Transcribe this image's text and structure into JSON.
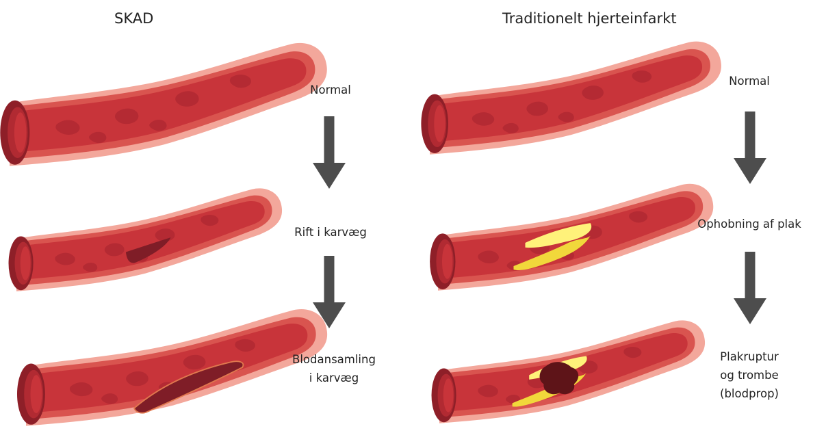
{
  "left_panel": {
    "title": "SKAD",
    "stages": [
      {
        "lines": [
          "Normal"
        ]
      },
      {
        "lines": [
          "Rift i karvæg"
        ]
      },
      {
        "lines": [
          "Blodansamling",
          "i karvæg"
        ]
      }
    ]
  },
  "right_panel": {
    "title": "Traditionelt hjerteinfarkt",
    "stages": [
      {
        "lines": [
          "Normal"
        ]
      },
      {
        "lines": [
          "Ophobning af plak"
        ]
      },
      {
        "lines": [
          "Plakruptur",
          "og trombe",
          "(blodprop)"
        ]
      }
    ]
  },
  "colors": {
    "vessel_outer": "#f3a79b",
    "vessel_wall": "#d9544f",
    "vessel_lumen": "#c8343a",
    "vessel_blotch": "#b42a33",
    "opening_dark": "#8e1f28",
    "tear": "#7f1d27",
    "plaque": "#f1d83b",
    "plaque_light": "#fff27a",
    "clot": "#5e1418",
    "arrow": "#4d4d4d"
  }
}
